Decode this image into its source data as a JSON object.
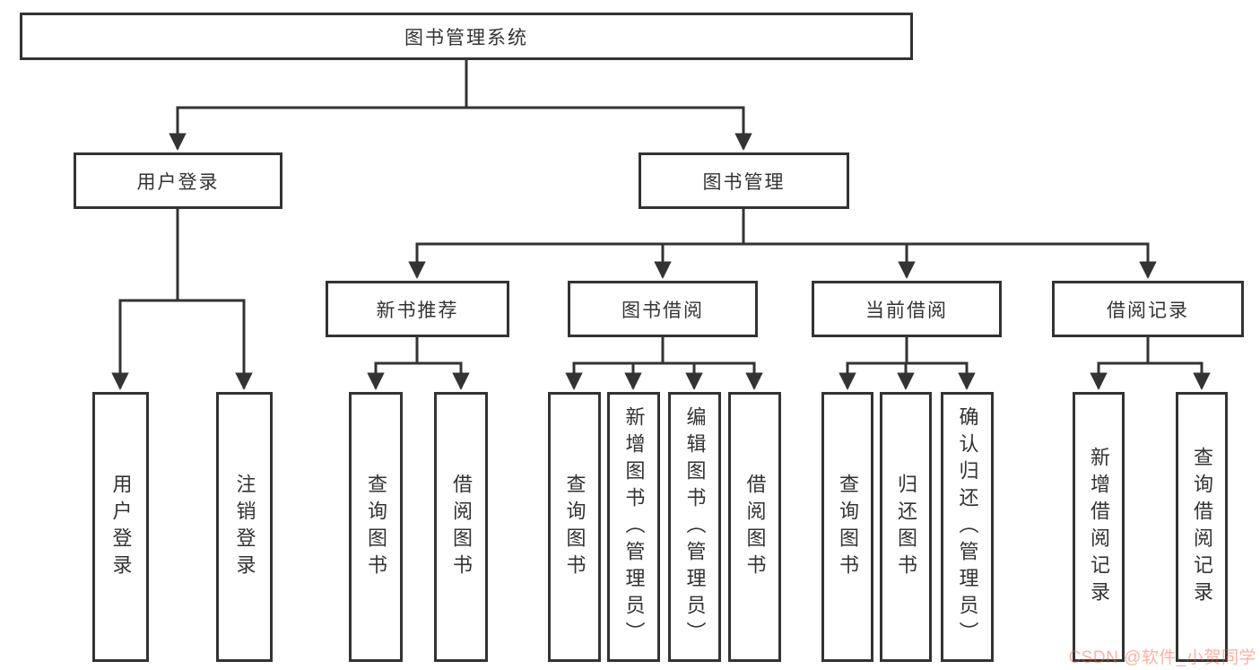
{
  "tree": {
    "root": {
      "label": "图书管理系统",
      "children": [
        {
          "label": "用户登录",
          "children": [
            {
              "label": "用户登录"
            },
            {
              "label": "注销登录"
            }
          ]
        },
        {
          "label": "图书管理",
          "children": [
            {
              "label": "新书推荐",
              "children": [
                {
                  "label": "查询图书"
                },
                {
                  "label": "借阅图书"
                }
              ]
            },
            {
              "label": "图书借阅",
              "children": [
                {
                  "label": "查询图书"
                },
                {
                  "label": "新增图书（管理员）"
                },
                {
                  "label": "编辑图书（管理员）"
                },
                {
                  "label": "借阅图书"
                }
              ]
            },
            {
              "label": "当前借阅",
              "children": [
                {
                  "label": "查询图书"
                },
                {
                  "label": "归还图书"
                },
                {
                  "label": "确认归还（管理员）"
                }
              ]
            },
            {
              "label": "借阅记录",
              "children": [
                {
                  "label": "新增借阅记录"
                },
                {
                  "label": "查询借阅记录"
                }
              ]
            }
          ]
        }
      ]
    }
  },
  "watermark": {
    "text": "CSDN @软件_小贺同学",
    "color": "#fc5531"
  },
  "colors": {
    "line": "#333333",
    "box_border": "#333333",
    "box_bg": "#ffffff",
    "text": "#333333"
  }
}
